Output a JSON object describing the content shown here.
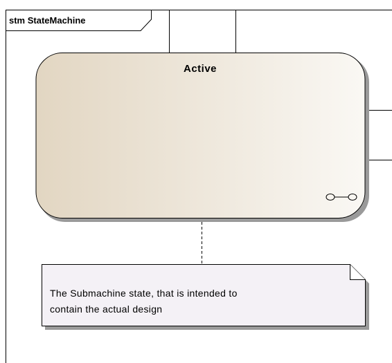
{
  "diagram": {
    "frame_label": "stm StateMachine",
    "state": {
      "name": "Active",
      "submachine_indicator": "infinity-link-icon"
    },
    "note": {
      "lines": [
        "The Submachine state, that is intended to",
        "contain the actual design"
      ]
    }
  },
  "colors": {
    "state_fill_left": "#e4d9c6",
    "state_fill_right": "#f9f7f2",
    "state_border": "#000000",
    "note_fill": "#f4f1f6",
    "shadow": "#9a9a9a",
    "line": "#000000"
  }
}
